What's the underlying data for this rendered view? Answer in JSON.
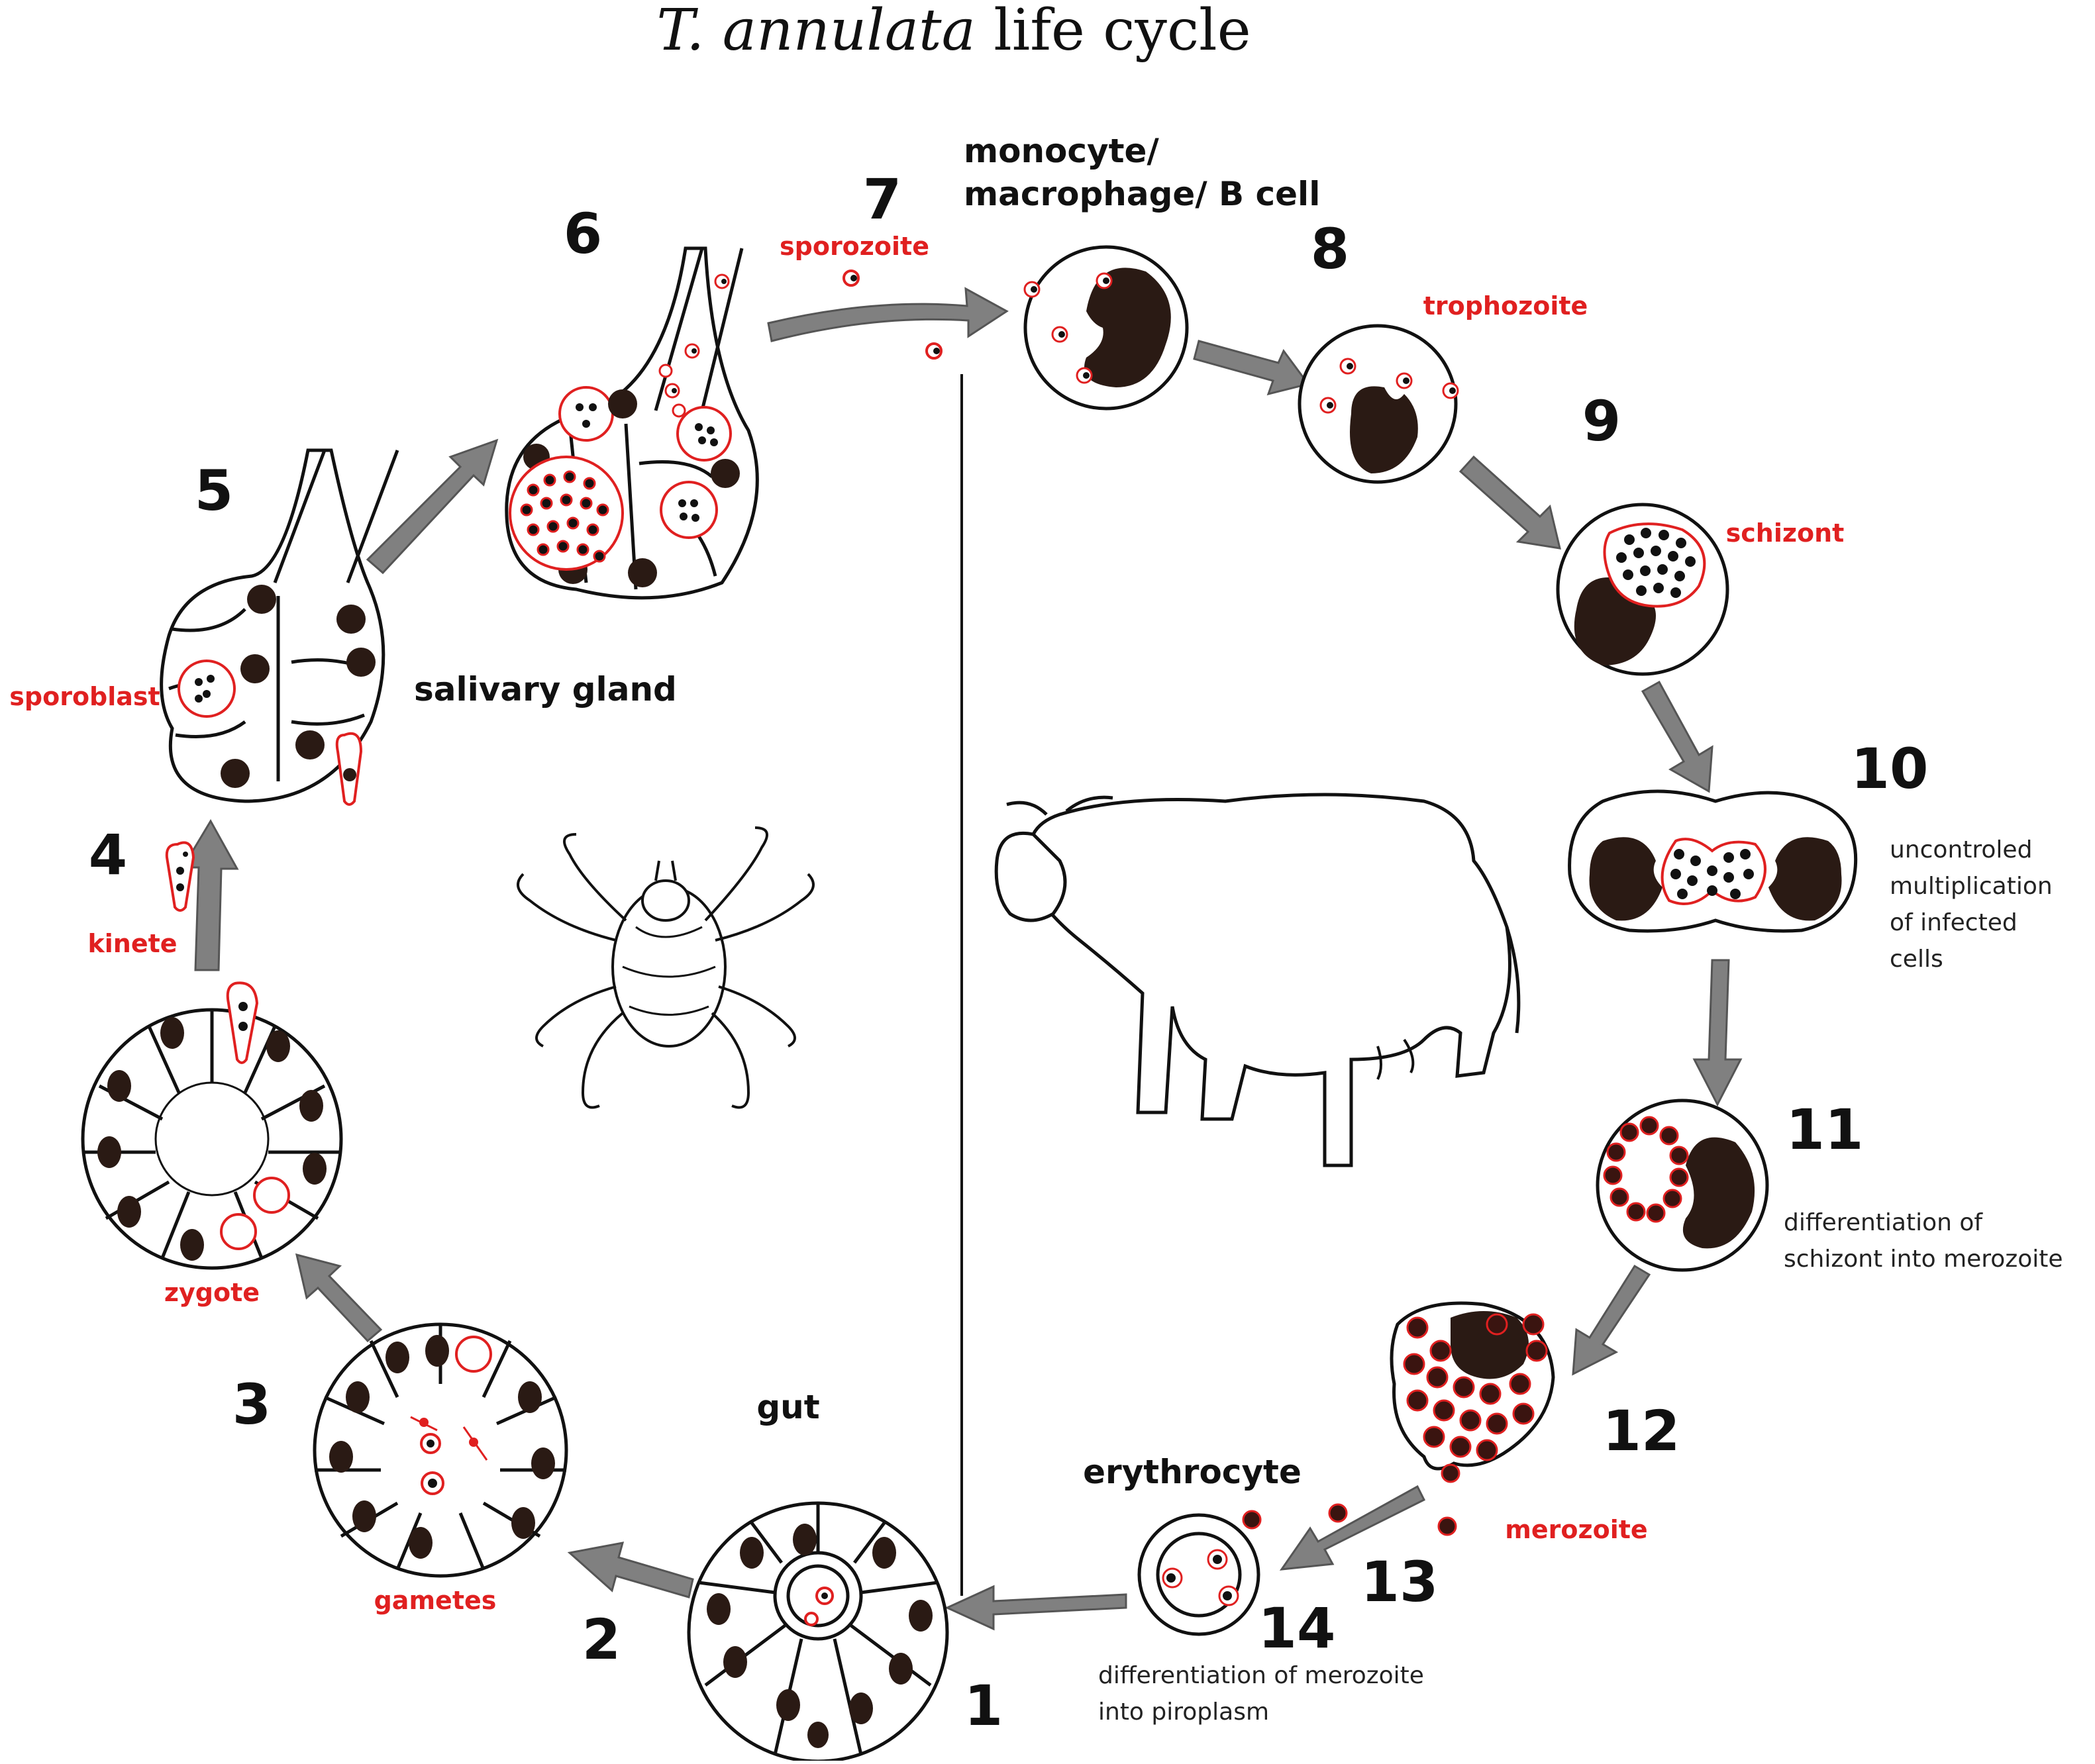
{
  "title": {
    "species": "T. annulata",
    "rest": " life cycle"
  },
  "stages": [
    {
      "n": "1"
    },
    {
      "n": "2"
    },
    {
      "n": "3"
    },
    {
      "n": "4"
    },
    {
      "n": "5"
    },
    {
      "n": "6"
    },
    {
      "n": "7"
    },
    {
      "n": "8"
    },
    {
      "n": "9"
    },
    {
      "n": "10"
    },
    {
      "n": "11"
    },
    {
      "n": "12"
    },
    {
      "n": "13"
    },
    {
      "n": "14"
    }
  ],
  "labels": {
    "monocyte": [
      "monocyte/",
      "macrophage/ B cell"
    ],
    "salivary_gland": "salivary gland",
    "gut": "gut",
    "erythrocyte": "erythrocyte"
  },
  "parasite_labels": {
    "sporozoite": "sporozoite",
    "trophozoite": "trophozoite",
    "schizont": "schizont",
    "sporoblast": "sporoblast",
    "kinete": "kinete",
    "zygote": "zygote",
    "gametes": "gametes",
    "merozoite": "merozoite"
  },
  "descriptions": {
    "d10": [
      "uncontroled",
      "multiplication",
      "of infected",
      "cells"
    ],
    "d11": [
      "differentiation of",
      "schizont into merozoite"
    ],
    "d14": [
      "differentiation of merozoite",
      "into piroplasm"
    ]
  },
  "colors": {
    "parasite": "#e02020",
    "arrow": "#808080",
    "nucleus": "#2a1a14"
  },
  "icons": [
    "tick-illustration",
    "cow-illustration"
  ]
}
